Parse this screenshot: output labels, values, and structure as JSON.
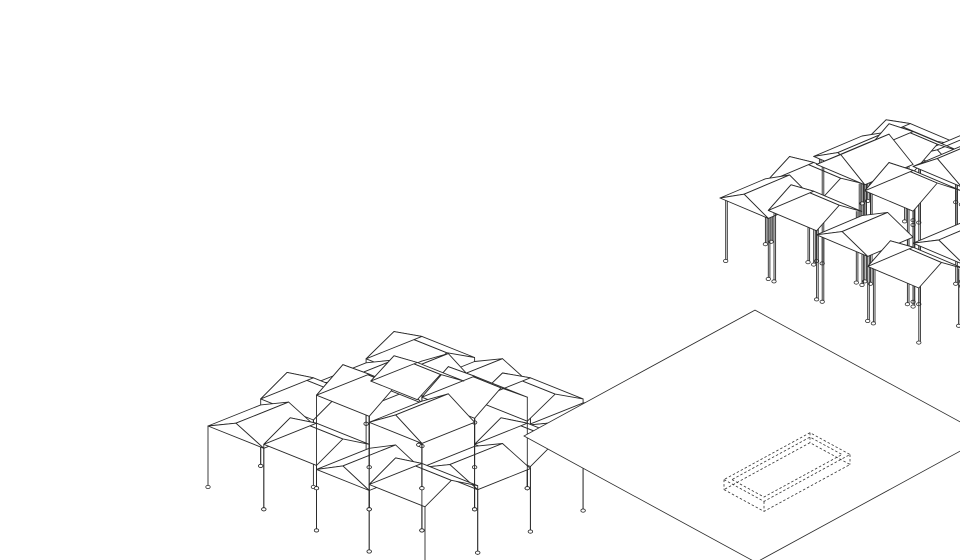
{
  "figure": {
    "views": [
      {
        "name": "assembled-roof-structure-axonometric"
      },
      {
        "name": "exploded-column-frame-axonometric"
      },
      {
        "name": "ground-plane-with-pool-axonometric"
      }
    ],
    "line_color": "#2a2a2a",
    "background_color": "#ffffff"
  }
}
